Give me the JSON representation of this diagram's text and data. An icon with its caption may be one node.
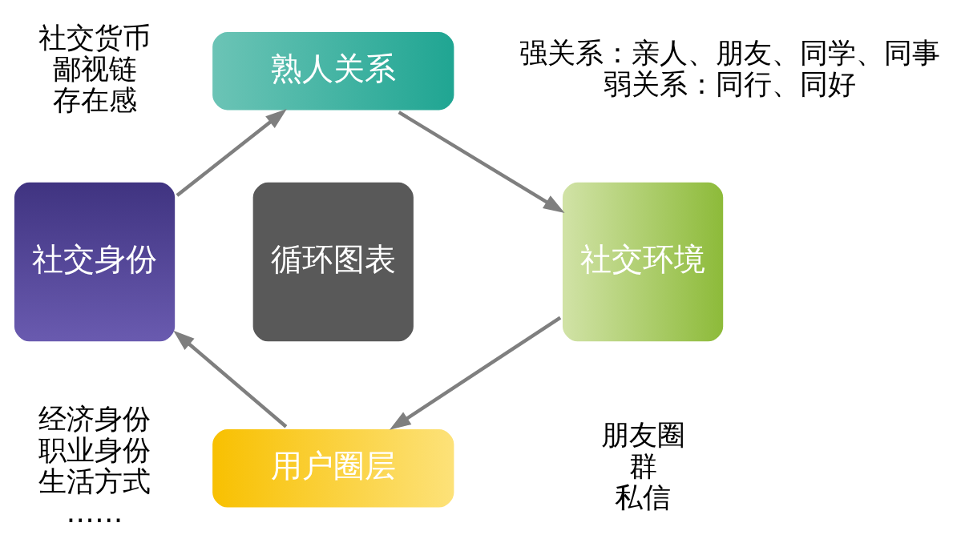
{
  "diagram": {
    "nodes": [
      {
        "text": [
          "熟人关系"
        ],
        "beside": [
          "强关系：亲人、朋友、同学、同事",
          "弱关系：同行、同好"
        ]
      },
      {
        "text": [
          "社交身份"
        ],
        "beside": [
          "社交货币",
          "鄙视链",
          "存在感"
        ]
      },
      {
        "text": [
          "循环图表"
        ]
      },
      {
        "text": [
          "社交环境"
        ],
        "beside": [
          "朋友圈",
          "群",
          "私信"
        ]
      },
      {
        "text": [
          "用户圈层"
        ],
        "beside": [
          "经济身份",
          "职业身份",
          "生活方式",
          "……"
        ]
      }
    ],
    "edges": [
      {
        "from": 1,
        "to": 0,
        "arrow": "to"
      },
      {
        "from": 0,
        "to": 3,
        "arrow": "to"
      },
      {
        "from": 3,
        "to": 4,
        "arrow": "to"
      },
      {
        "from": 4,
        "to": 1,
        "arrow": "to"
      }
    ]
  }
}
